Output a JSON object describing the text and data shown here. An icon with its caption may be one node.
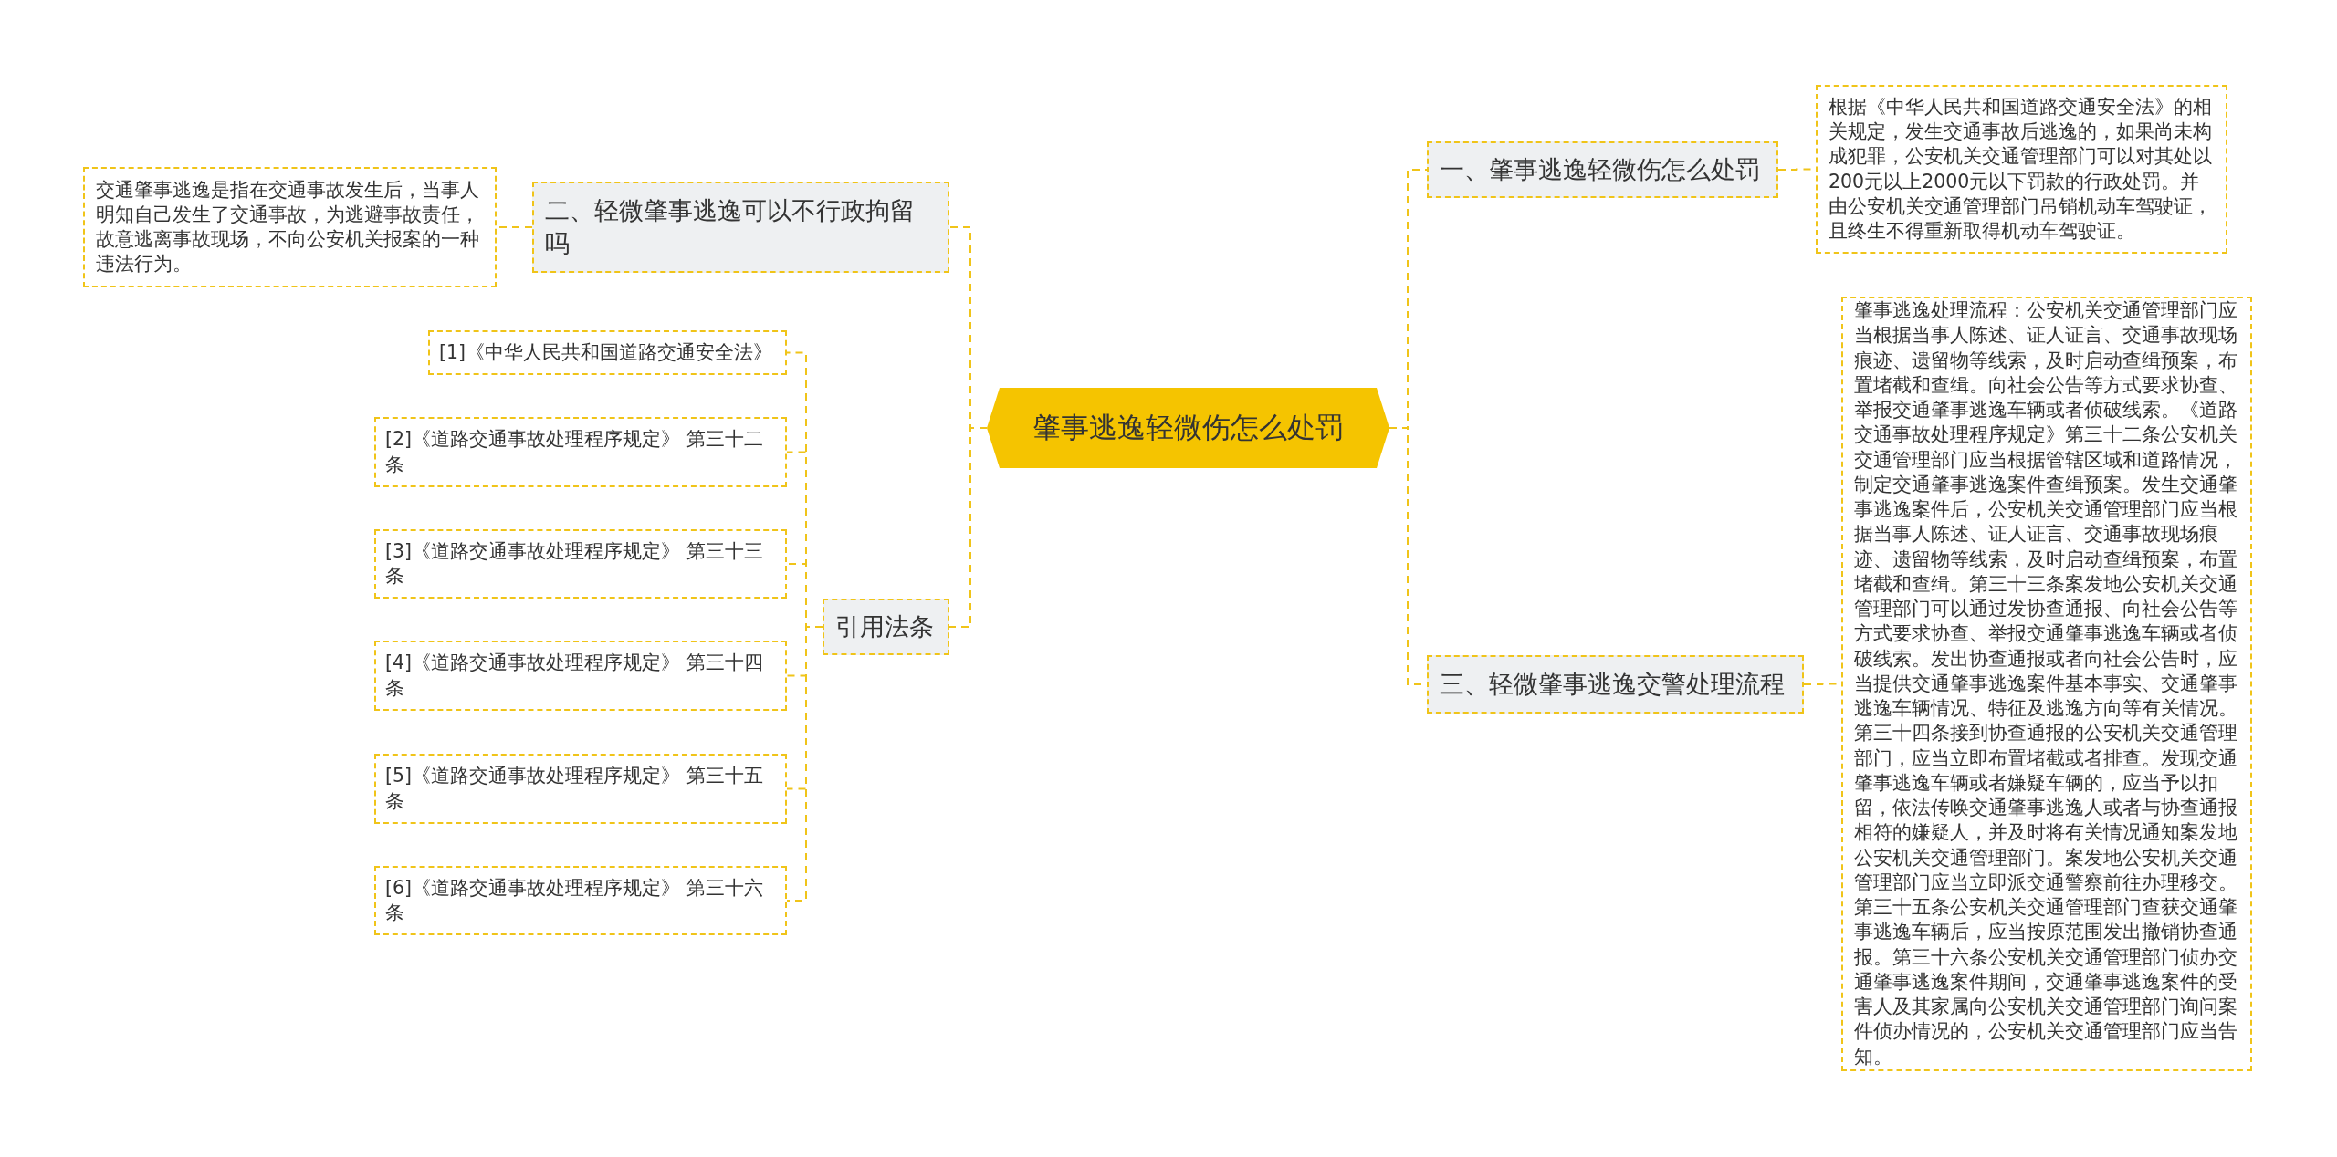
{
  "diagram": {
    "nodes": [
      {
        "text": [
          "肇事逃逸轻微伤怎么处罚"
        ]
      },
      {
        "text": [
          "一、肇事逃逸轻微伤怎么处罚"
        ]
      },
      {
        "text": [
          "根据《中华人民共和国道路交通安全法》的相关规定，发生交通事故后逃逸的，如果尚未构成犯罪，公安机关交通管理部门可以对其处以200元以上2000元以下罚款的行政处罚。并由公安机关交通管理部门吊销机动车驾驶证，且终生不得重新取得机动车驾驶证。"
        ]
      },
      {
        "text": [
          "三、轻微肇事逃逸交警处理流程"
        ]
      },
      {
        "text": [
          "肇事逃逸处理流程：公安机关交通管理部门应当根据当事人陈述、证人证言、交通事故现场痕迹、遗留物等线索，及时启动查缉预案，布置堵截和查缉。向社会公告等方式要求协查、举报交通肇事逃逸车辆或者侦破线索。《道路交通事故处理程序规定》第三十二条公安机关交通管理部门应当根据管辖区域和道路情况，制定交通肇事逃逸案件查缉预案。发生交通肇事逃逸案件后，公安机关交通管理部门应当根据当事人陈述、证人证言、交通事故现场痕迹、遗留物等线索，及时启动查缉预案，布置堵截和查缉。第三十三条案发地公安机关交通管理部门可以通过发协查通报、向社会公告等方式要求协查、举报交通肇事逃逸车辆或者侦破线索。发出协查通报或者向社会公告时，应当提供交通肇事逃逸案件基本事实、交通肇事逃逸车辆情况、特征及逃逸方向等有关情况。第三十四条接到协查通报的公安机关交通管理部门，应当立即布置堵截或者排查。发现交通肇事逃逸车辆或者嫌疑车辆的，应当予以扣留，依法传唤交通肇事逃逸人或者与协查通报相符的嫌疑人，并及时将有关情况通知案发地公安机关交通管理部门。案发地公安机关交通管理部门应当立即派交通警察前往办理移交。第三十五条公安机关交通管理部门查获交通肇事逃逸车辆后，应当按原范围发出撤销协查通报。第三十六条公安机关交通管理部门侦办交通肇事逃逸案件期间，交通肇事逃逸案件的受害人及其家属向公安机关交通管理部门询问案件侦办情况的，公安机关交通管理部门应当告知。"
        ]
      },
      {
        "text": [
          "二、轻微肇事逃逸可以不行政拘留吗"
        ]
      },
      {
        "text": [
          "交通肇事逃逸是指在交通事故发生后，当事人明知自己发生了交通事故，为逃避事故责任，故意逃离事故现场，不向公安机关报案的一种违法行为。"
        ]
      },
      {
        "text": [
          "引用法条"
        ]
      },
      {
        "text": [
          "[1]《中华人民共和国道路交通安全法》"
        ]
      },
      {
        "text": [
          "[2]《道路交通事故处理程序规定》 第三十二条"
        ]
      },
      {
        "text": [
          "[3]《道路交通事故处理程序规定》 第三十三条"
        ]
      },
      {
        "text": [
          "[4]《道路交通事故处理程序规定》 第三十四条"
        ]
      },
      {
        "text": [
          "[5]《道路交通事故处理程序规定》 第三十五条"
        ]
      },
      {
        "text": [
          "[6]《道路交通事故处理程序规定》 第三十六条"
        ]
      }
    ],
    "edges": [
      {
        "from": 0,
        "to": 1,
        "arrow": "none"
      },
      {
        "from": 1,
        "to": 2,
        "arrow": "none"
      },
      {
        "from": 0,
        "to": 3,
        "arrow": "none"
      },
      {
        "from": 3,
        "to": 4,
        "arrow": "none"
      },
      {
        "from": 0,
        "to": 5,
        "arrow": "none"
      },
      {
        "from": 5,
        "to": 6,
        "arrow": "none"
      },
      {
        "from": 0,
        "to": 7,
        "arrow": "none"
      },
      {
        "from": 7,
        "to": 8,
        "arrow": "none"
      },
      {
        "from": 7,
        "to": 9,
        "arrow": "none"
      },
      {
        "from": 7,
        "to": 10,
        "arrow": "none"
      },
      {
        "from": 7,
        "to": 11,
        "arrow": "none"
      },
      {
        "from": 7,
        "to": 12,
        "arrow": "none"
      },
      {
        "from": 7,
        "to": 13,
        "arrow": "none"
      }
    ]
  }
}
